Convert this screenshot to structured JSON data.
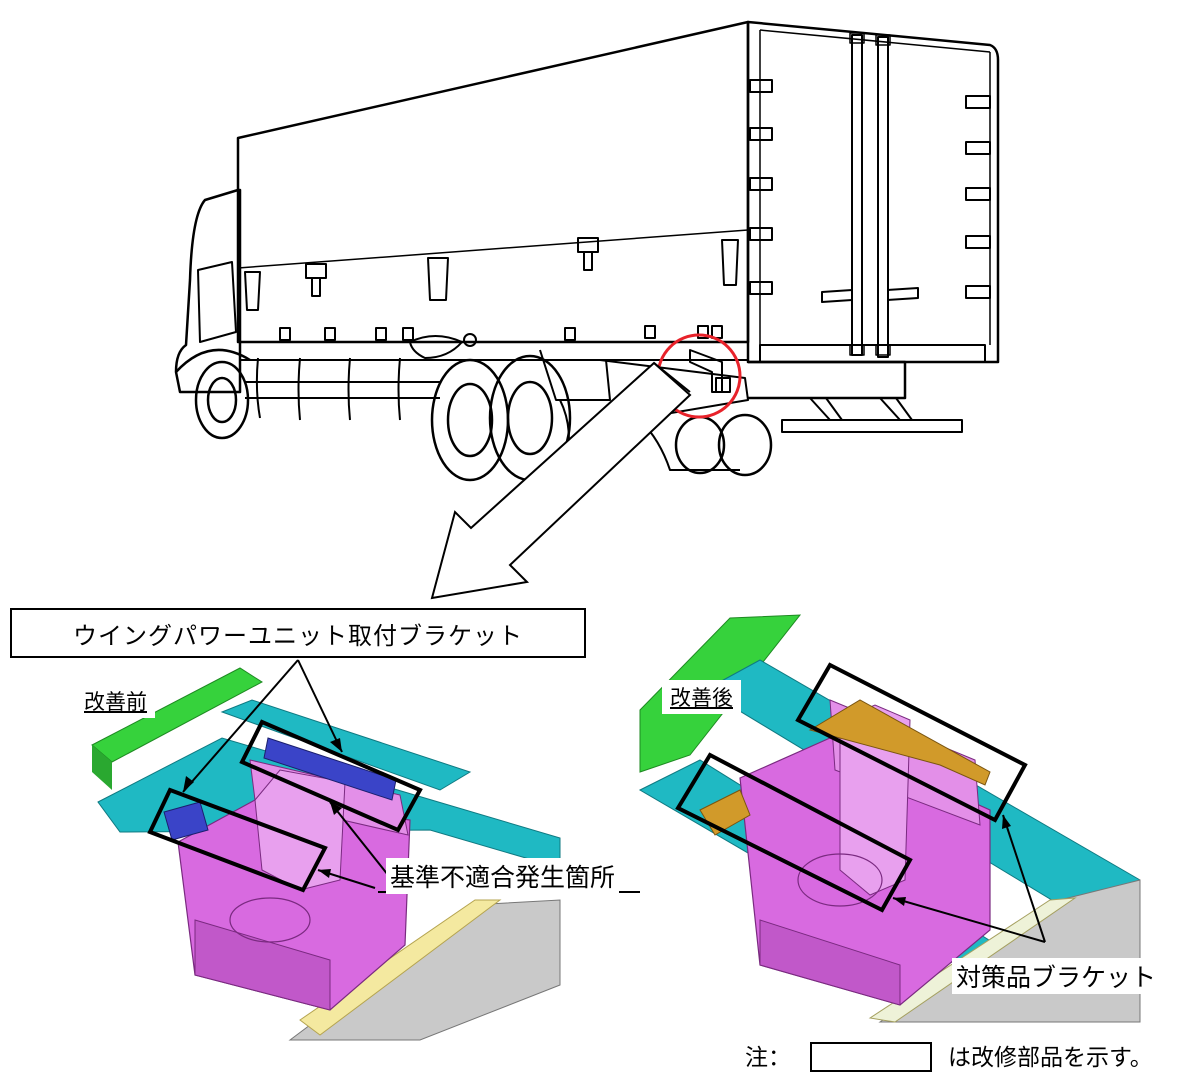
{
  "labels": {
    "bracket_callout": "ウイングパワーユニット取付ブラケット",
    "before_tag": "改善前",
    "after_tag": "改善後",
    "defect_location": "基準不適合発生箇所",
    "countermeasure_bracket": "対策品ブラケット",
    "note_prefix": "注：",
    "note_suffix": "は改修部品を示す。"
  },
  "colors": {
    "highlight_circle": "#e8222a",
    "beam_green": "#36d23c",
    "beam_cyan": "#1fb9c3",
    "unit_magenta": "#d86ae0",
    "bracket_blue": "#3a44c8",
    "bracket_orange": "#d19a2a",
    "rail_yellow": "#f4e9a0"
  }
}
